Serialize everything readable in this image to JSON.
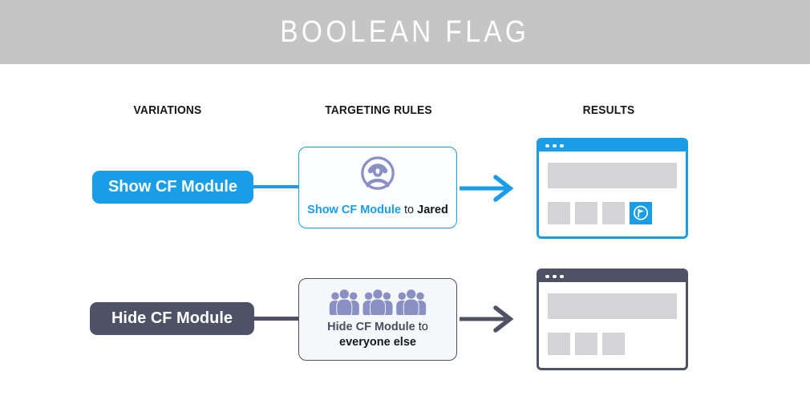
{
  "banner": {
    "title": "BOOLEAN FLAG"
  },
  "column_headers": {
    "variations": "VARIATIONS",
    "targeting": "TARGETING RULES",
    "results": "RESULTS"
  },
  "colors": {
    "accent_blue": "#189de6",
    "slate_dark": "#4e5264",
    "banner_gray": "#c5c5c5",
    "icon_purple": "#8b90c4",
    "placeholder_gray": "#d4d4d6",
    "text_dark": "#16181d",
    "card_bg_light": "#f6f7fa"
  },
  "rows": [
    {
      "variation": {
        "label": "Show CF Module"
      },
      "rule": {
        "icon": "user-avatar-icon",
        "flag_name": "Show CF Module",
        "joiner": "to",
        "audience": "Jared"
      },
      "result": {
        "has_flag_widget": true
      }
    },
    {
      "variation": {
        "label": "Hide CF Module"
      },
      "rule": {
        "icon": "crowd-icon",
        "flag_name": "Hide CF Module",
        "joiner": "to",
        "audience": "everyone else"
      },
      "result": {
        "has_flag_widget": false
      }
    }
  ]
}
